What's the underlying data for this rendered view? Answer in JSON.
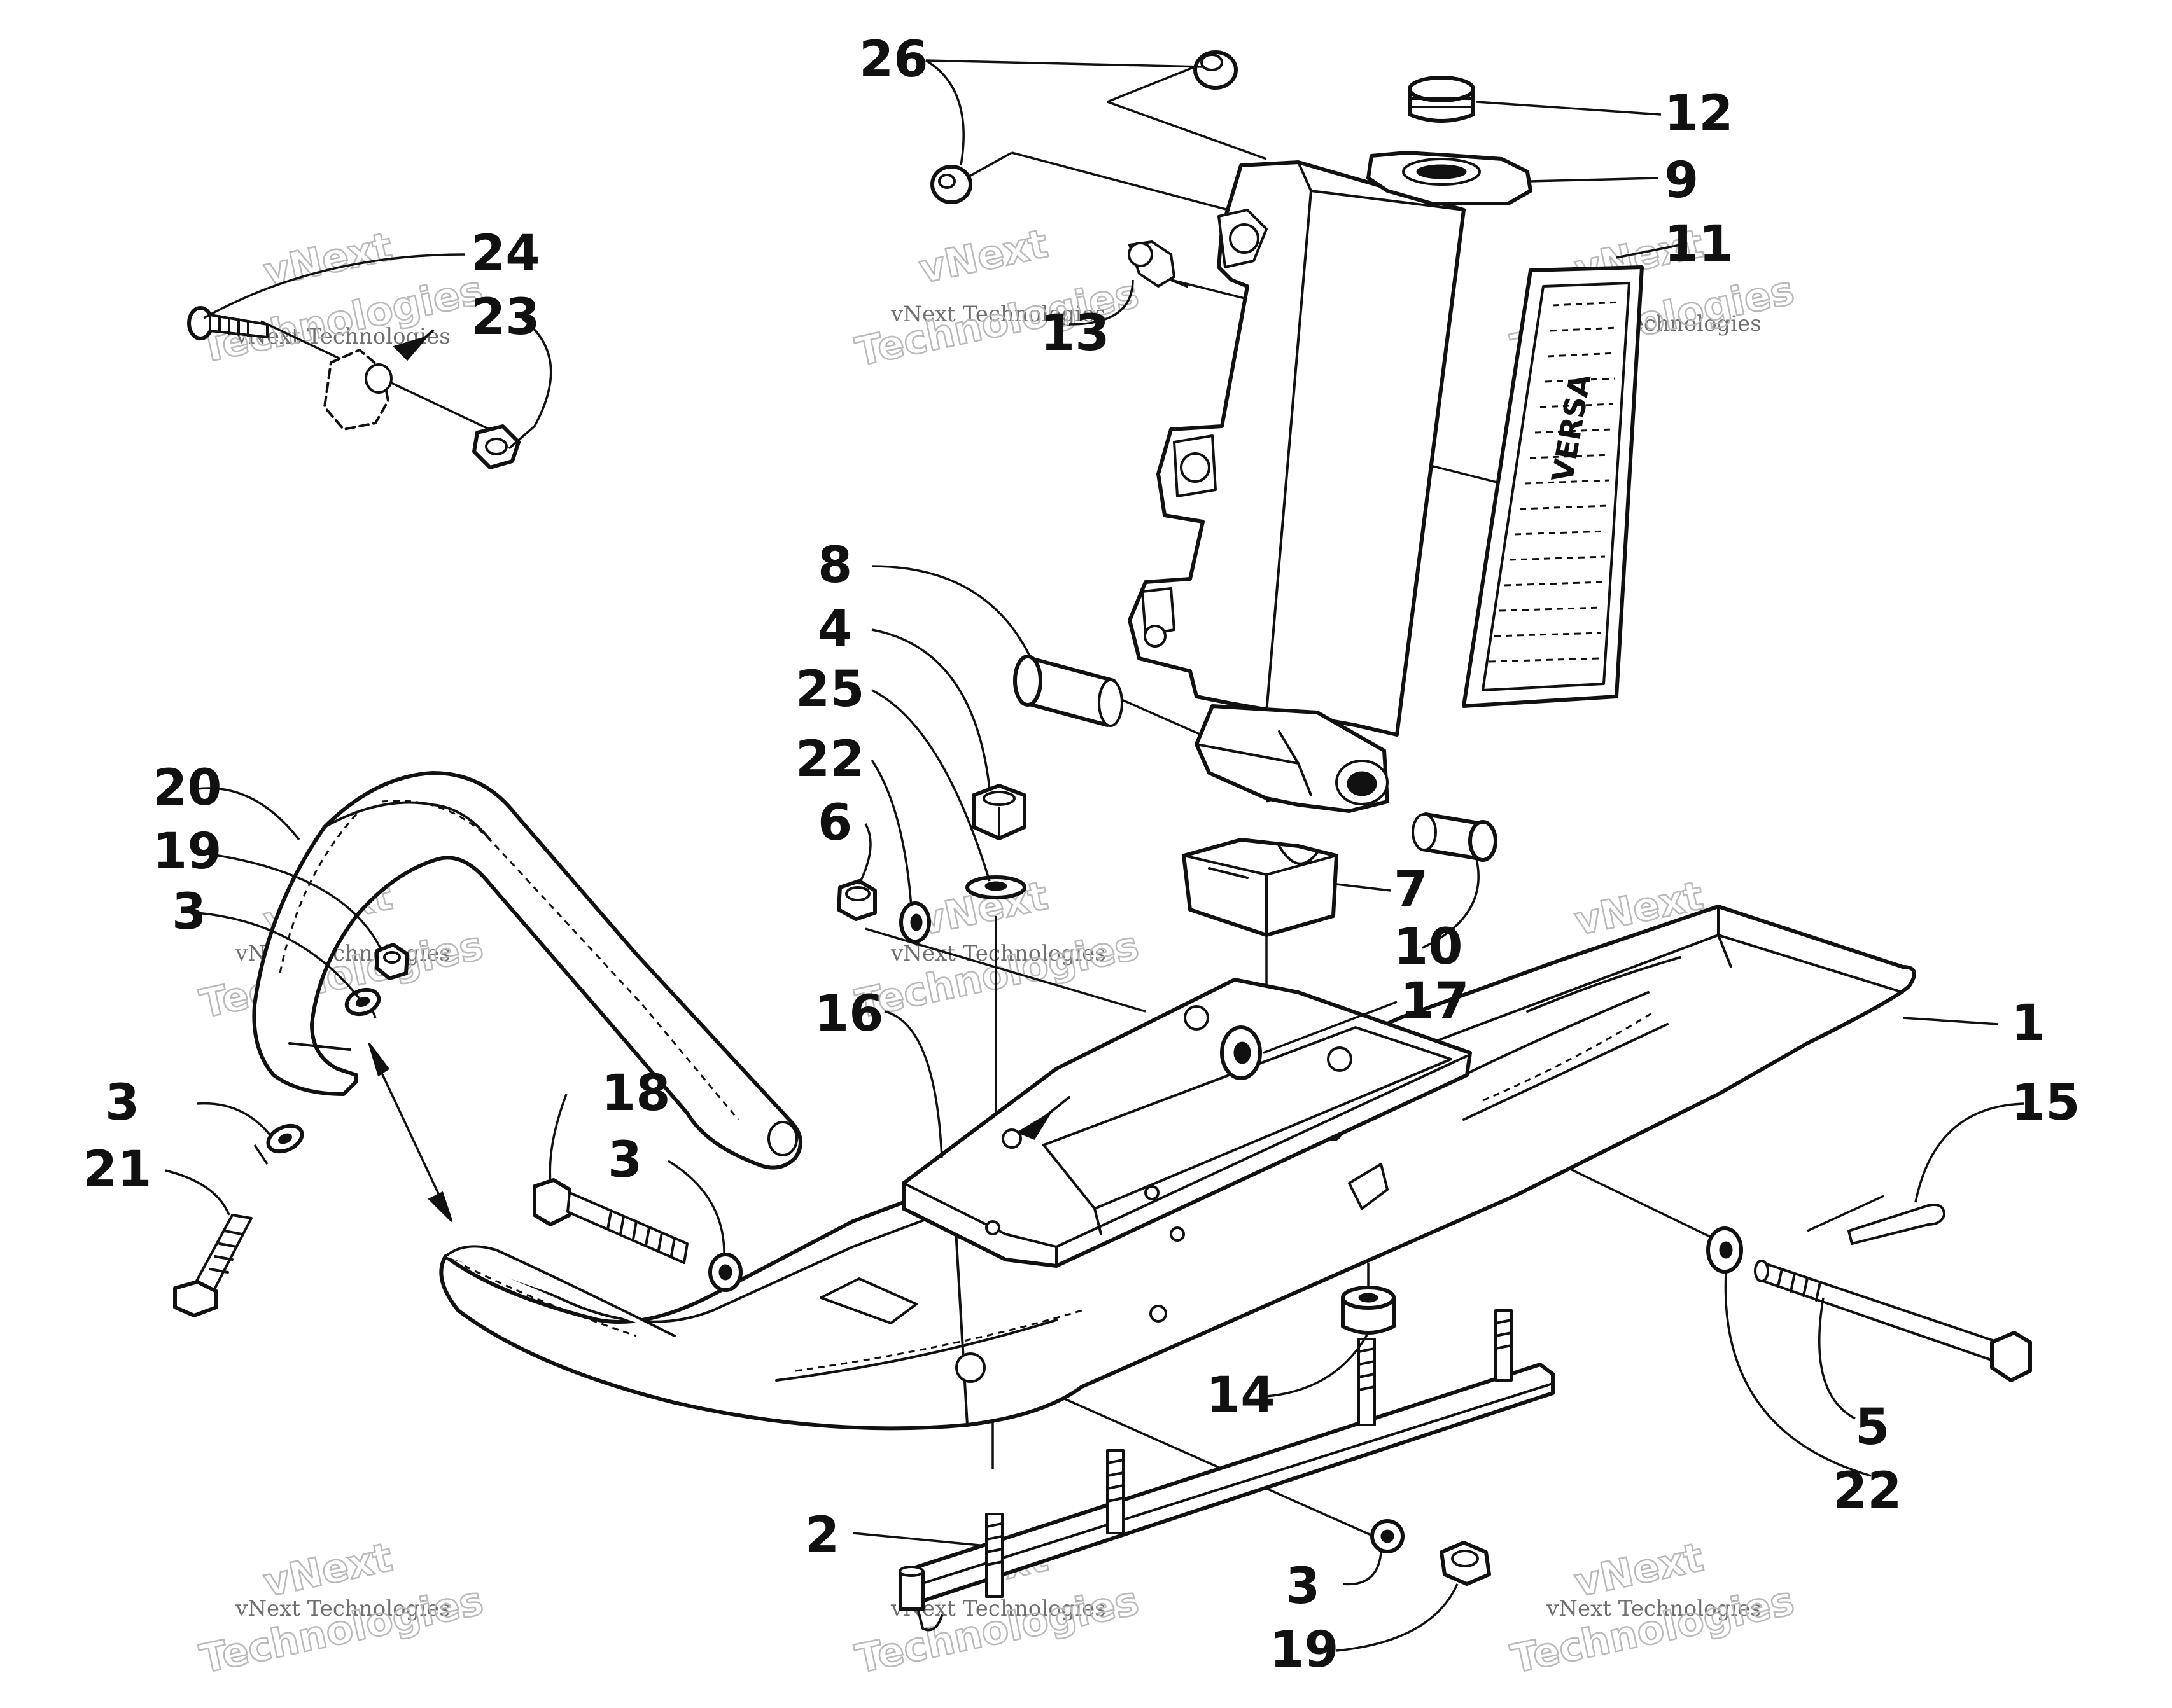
{
  "callouts": [
    {
      "id": "26",
      "label": "26"
    },
    {
      "id": "12",
      "label": "12"
    },
    {
      "id": "9",
      "label": "9"
    },
    {
      "id": "11",
      "label": "11"
    },
    {
      "id": "24",
      "label": "24"
    },
    {
      "id": "23",
      "label": "23"
    },
    {
      "id": "13",
      "label": "13"
    },
    {
      "id": "8",
      "label": "8"
    },
    {
      "id": "4",
      "label": "4"
    },
    {
      "id": "25",
      "label": "25"
    },
    {
      "id": "22a",
      "label": "22"
    },
    {
      "id": "6",
      "label": "6"
    },
    {
      "id": "7",
      "label": "7"
    },
    {
      "id": "10",
      "label": "10"
    },
    {
      "id": "20",
      "label": "20"
    },
    {
      "id": "19a",
      "label": "19"
    },
    {
      "id": "3a",
      "label": "3"
    },
    {
      "id": "17",
      "label": "17"
    },
    {
      "id": "1",
      "label": "1"
    },
    {
      "id": "16",
      "label": "16"
    },
    {
      "id": "18",
      "label": "18"
    },
    {
      "id": "3b",
      "label": "3"
    },
    {
      "id": "3c",
      "label": "3"
    },
    {
      "id": "21",
      "label": "21"
    },
    {
      "id": "15",
      "label": "15"
    },
    {
      "id": "14",
      "label": "14"
    },
    {
      "id": "5",
      "label": "5"
    },
    {
      "id": "22b",
      "label": "22"
    },
    {
      "id": "2",
      "label": "2"
    },
    {
      "id": "3d",
      "label": "3"
    },
    {
      "id": "19b",
      "label": "19"
    }
  ],
  "watermark": {
    "line_small": "vNext Technologies",
    "line_big_top": "vNext",
    "line_big_bottom": "Technologies"
  },
  "decal_text": "VERSA"
}
